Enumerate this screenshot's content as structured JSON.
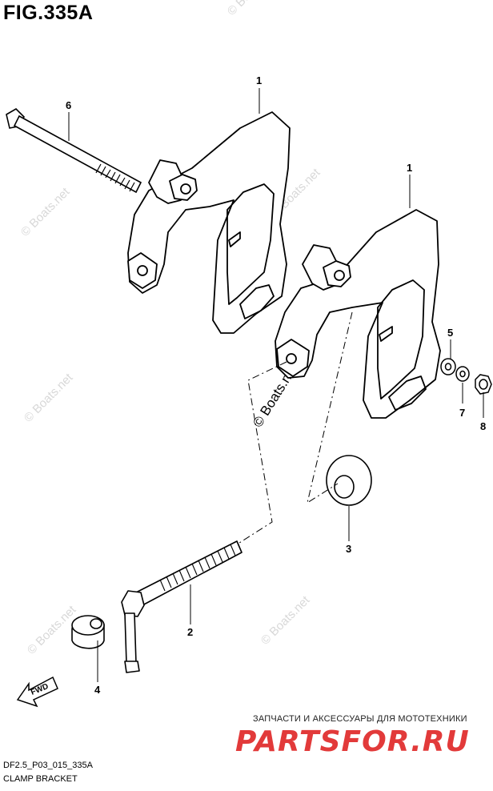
{
  "figure": {
    "title": "FIG.335A",
    "code": "DF2.5_P03_015_335A",
    "name": "CLAMP BRACKET"
  },
  "watermark": {
    "text": "© Boats.net"
  },
  "fwd_label": "FWD",
  "ad": {
    "caption": "ЗАПЧАСТИ И АКСЕССУАРЫ ДЛЯ МОТОТЕХНИКИ",
    "logo": "PARTSFOR.RU",
    "color": "#e23a3a"
  },
  "callouts": {
    "p1a": "1",
    "p1b": "1",
    "p2": "2",
    "p3": "3",
    "p4": "4",
    "p5": "5",
    "p6": "6",
    "p7": "7",
    "p8": "8"
  }
}
